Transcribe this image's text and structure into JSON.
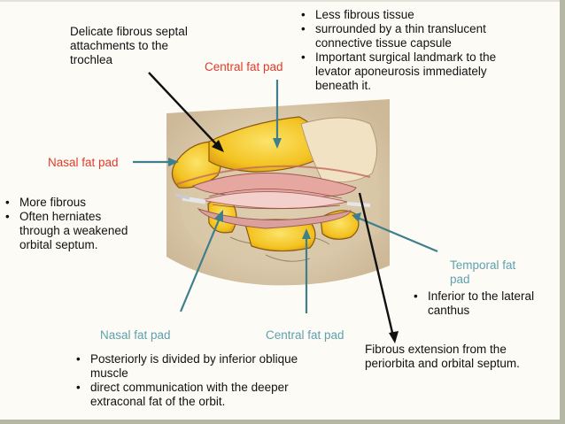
{
  "labels": {
    "delicate_septal": [
      "Delicate fibrous septal",
      "attachments to the",
      "trochlea"
    ],
    "central_fat_pad_top": "Central fat pad",
    "nasal_fat_pad_upper": "Nasal fat pad",
    "temporal_fat_pad": [
      "Temporal fat",
      "pad"
    ],
    "nasal_fat_pad_lower": "Nasal fat pad",
    "central_fat_pad_lower": "Central fat pad",
    "fibrous_extension": [
      "Fibrous  extension from the",
      "periorbita and orbital septum."
    ]
  },
  "bullets": {
    "central_upper": [
      [
        "Less fibrous tissue"
      ],
      [
        "surrounded by a thin translucent",
        "connective tissue capsule"
      ],
      [
        "Important surgical landmark to the",
        "levator aponeurosis immediately",
        "beneath it."
      ]
    ],
    "nasal_upper": [
      [
        "More fibrous"
      ],
      [
        "Often herniates",
        "through a weakened",
        "orbital septum."
      ]
    ],
    "temporal": [
      [
        "Inferior to the lateral",
        "canthus"
      ]
    ],
    "lower_fat": [
      [
        "Posteriorly is divided by inferior oblique",
        "muscle"
      ],
      [
        "direct communication with the deeper",
        "extraconal fat of the orbit."
      ]
    ]
  },
  "colors": {
    "red_label": "#e23a2a",
    "blue_label": "#5ea1ae",
    "pointer_teal": "#3f7f8c",
    "pointer_black": "#111111",
    "fat_yellow": "#f3c21f"
  }
}
